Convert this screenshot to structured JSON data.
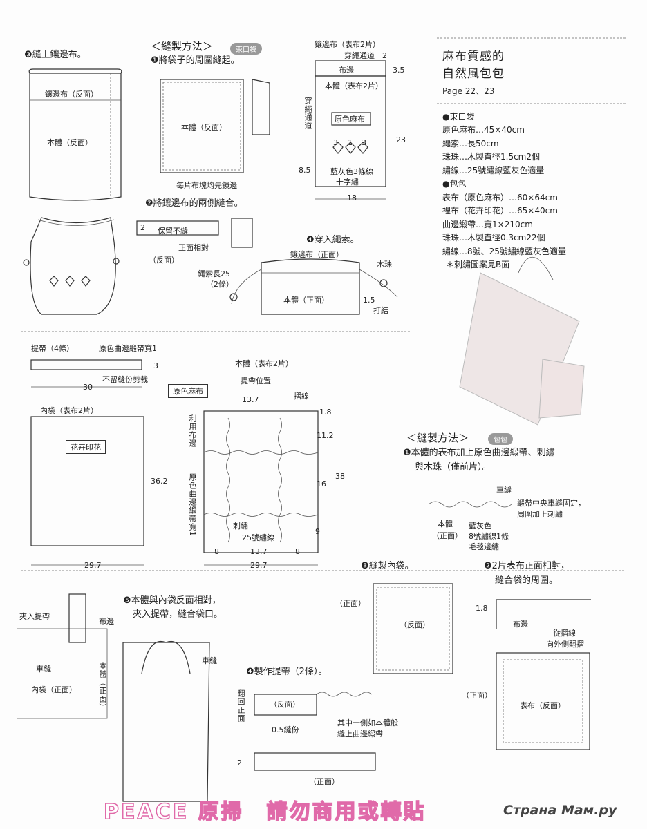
{
  "header": {
    "title_line1": "麻布質感的",
    "title_line2": "自然風包包",
    "pages": "Page 22、23"
  },
  "materials": {
    "pouch_head": "●束口袋",
    "pouch_items": [
      "原色麻布…45×40cm",
      "繩索…長50cm",
      "珠珠…木製直徑1.5cm2個",
      "繡線…25號繡線藍灰色適量"
    ],
    "bag_head": "●包包",
    "bag_items": [
      "表布（原色麻布）…60×64cm",
      "裡布（花卉印花）…65×40cm",
      "曲邊緞帶…寬1×210cm",
      "珠珠…木製直徑0.3cm22個",
      "繡線…8號、25號繡線藍灰色適量",
      "＊刺繡圖案見B面"
    ]
  },
  "pouch": {
    "step3": "❸縫上鑲邊布。",
    "trim_back": "鑲邊布（反面）",
    "body_back": "本體（反面）",
    "method": "＜縫製方法＞",
    "badge": "束口袋",
    "step1": "❶將袋子的周圍縫起。",
    "step1_body": "本體（反面）",
    "step1_note": "每片布塊均先鎖邊",
    "step2": "❷將鑲邊布的兩側縫合。",
    "keep_open": "保留不縫",
    "two": "2",
    "rs_facing": "正面相對",
    "back": "（反面）",
    "step4": "❹穿入繩索。",
    "trim_front": "鑲邊布（正面）",
    "bead": "木珠",
    "cord_len": "繩索長25",
    "cord_count": "（2條）",
    "body_front": "本體（正面）",
    "dim_15": "1.5",
    "tie": "打結",
    "pattern_trim": "鑲邊布（表布2片）",
    "channel": "穿繩通道",
    "ch_2": "2",
    "hem": "布邊",
    "d35": "3.5",
    "pattern_body": "本體（表布2片）",
    "channel_v": "穿繩通道",
    "linen": "原色麻布",
    "stitch_3a": "3",
    "stitch_3b": "1",
    "stitch_3c": "3",
    "d23": "23",
    "d85": "8.5",
    "stitch_note1": "藍灰色3條線",
    "stitch_note2": "十字繡",
    "d18": "18"
  },
  "bag": {
    "handle": "提帶（4條）",
    "handle_ribbon": "原色曲邊緞帶寬1",
    "d3": "3",
    "d30": "30",
    "no_seam": "不留縫份剪裁",
    "linen_label": "原色麻布",
    "lining": "內袋（表布2片）",
    "floral": "花卉印花",
    "d362": "36.2",
    "d297a": "29.7",
    "body_pieces": "本體（表布2片）",
    "handle_pos": "提帶位置",
    "d137a": "13.7",
    "fold_line": "摺線",
    "d18": "1.8",
    "use_selvage": "利用布邊",
    "d112": "11.2",
    "ribbon_v": "原色曲邊緞帶寬1",
    "d16": "16",
    "d38": "38",
    "embroidery": "刺繡",
    "floss25": "25號繡線",
    "d9": "9",
    "d8a": "8",
    "d137b": "13.7",
    "d8b": "8",
    "d297b": "29.7"
  },
  "bag_method": {
    "method": "＜縫製方法＞",
    "badge": "包包",
    "step1a": "❶本體的表布加上原色曲邊緞帶、刺繡",
    "step1b": "與木珠（僅前片）。",
    "machine": "車縫",
    "center_fix": "緞帶中央車縫固定，",
    "then_emb": "周圍加上刺繡",
    "body": "本體",
    "front": "（正面）",
    "blue_gray": "藍灰色",
    "floss8": "8號繡線1條",
    "blanket": "毛毯邊繡",
    "step2a": "❷2片表布正面相對，",
    "step2b": "縫合袋的周圍。",
    "d18": "1.8",
    "hem": "布邊",
    "fold_from": "從摺線",
    "fold_out": "向外側翻摺",
    "front_side": "（正面）",
    "outer_back": "表布（反面）",
    "step3": "❸縫製內袋。",
    "front3": "（正面）",
    "back3": "（反面）",
    "step4": "❹製作提帶（2條）。",
    "fold_v": "翻回正面",
    "back4": "（反面）",
    "seam05": "0.5縫份",
    "one_side1": "其中一側如本體般",
    "one_side2": "縫上曲邊緞帶",
    "d2": "2",
    "front4": "（正面）",
    "step5a": "❺本體與內袋反面相對，",
    "step5b": "夾入提帶，縫合袋口。",
    "insert_handle": "夾入提帶",
    "hem5": "布邊",
    "machine5": "車縫",
    "lining_front": "內袋（正面）",
    "body_front": "本體（正面）",
    "machine5b": "車縫"
  },
  "footer": {
    "banner": "PEACE 原掃　請勿商用或轉貼",
    "watermark": "Страна Мам.ру"
  },
  "colors": {
    "banner_pink": "#e06aa9",
    "badge_gray": "#999999"
  }
}
